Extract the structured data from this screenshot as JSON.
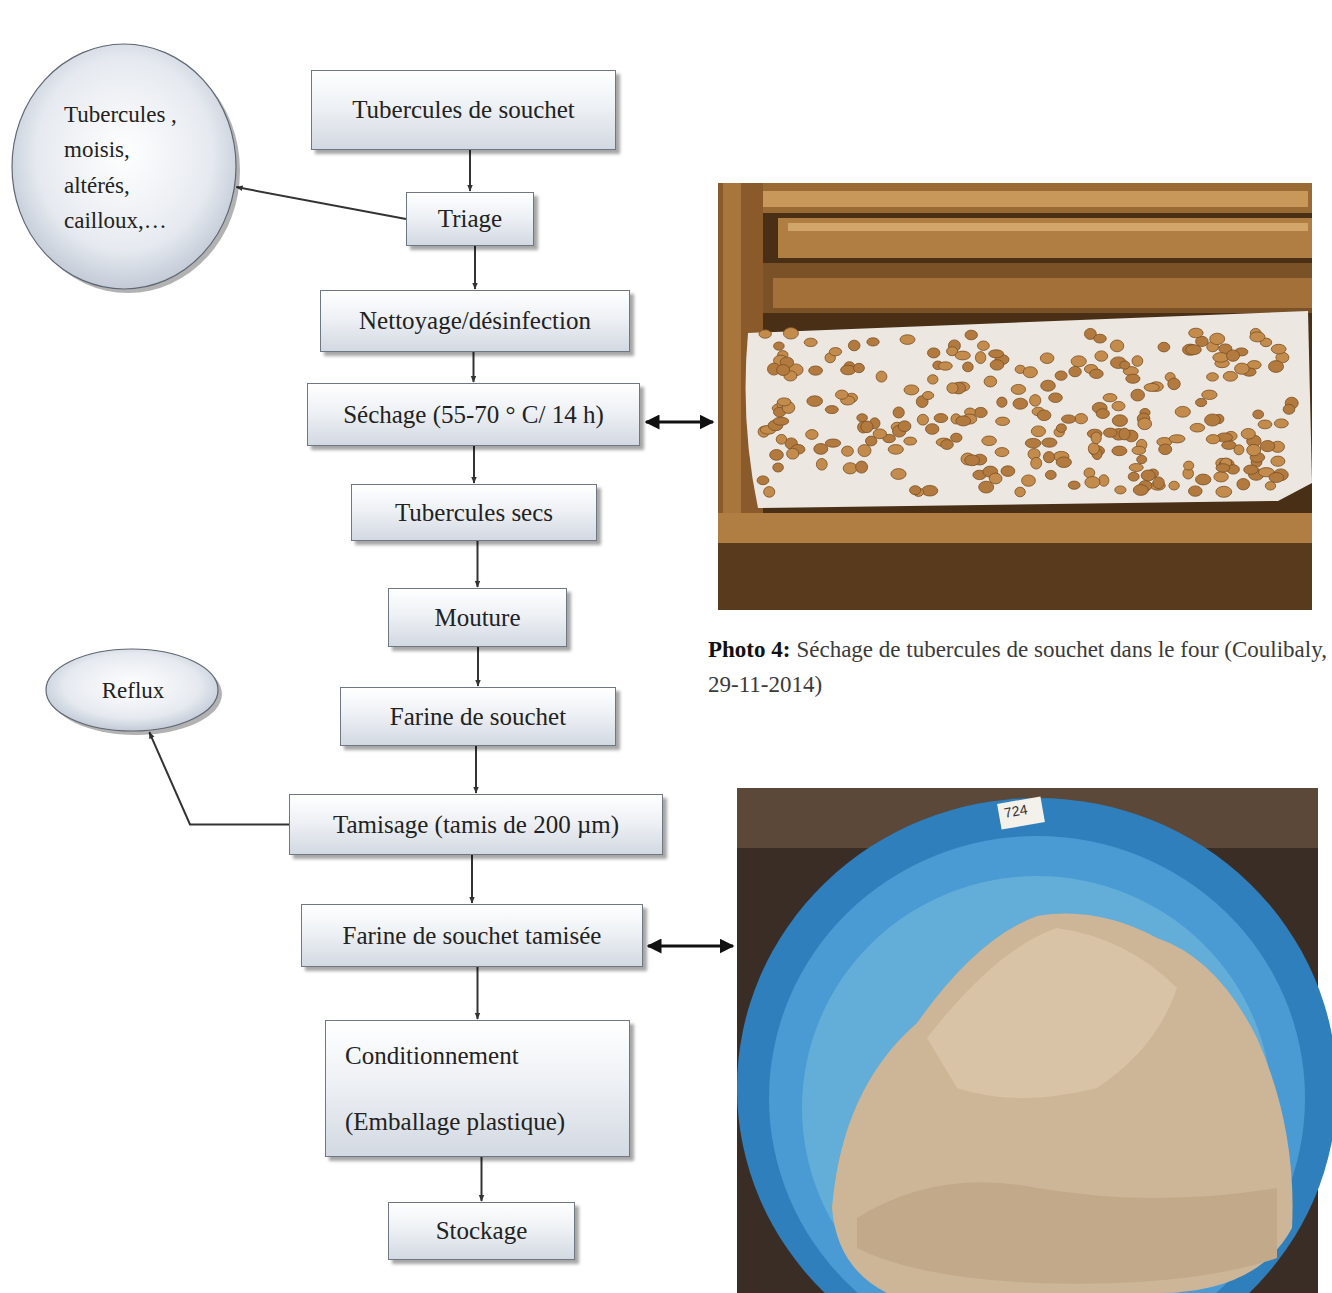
{
  "diagram": {
    "nodes": [
      {
        "text": [
          "Tubercules , moisis, altérés, cailloux,…"
        ]
      },
      {
        "text": [
          "Tubercules de souchet"
        ]
      },
      {
        "text": [
          "Triage"
        ]
      },
      {
        "text": [
          "Nettoyage/désinfection"
        ]
      },
      {
        "text": [
          "Séchage (55-70 ° C/ 14 h)"
        ]
      },
      {
        "text": [
          "Tubercules secs"
        ]
      },
      {
        "text": [
          "Mouture"
        ]
      },
      {
        "text": [
          "Reflux"
        ]
      },
      {
        "text": [
          "Farine de  souchet"
        ]
      },
      {
        "text": [
          "Tamisage (tamis de 200 µm)"
        ]
      },
      {
        "text": [
          "Farine de souchet tamisée"
        ]
      },
      {
        "text": [
          "Conditionnement (Emballage plastique)"
        ]
      },
      {
        "text": [
          "Stockage"
        ]
      }
    ],
    "edges": [
      {
        "from": 1,
        "to": 2,
        "arrow": "to"
      },
      {
        "from": 2,
        "to": 0,
        "arrow": "to"
      },
      {
        "from": 2,
        "to": 3,
        "arrow": "to"
      },
      {
        "from": 3,
        "to": 4,
        "arrow": "to"
      },
      {
        "from": 4,
        "to": 5,
        "arrow": "to"
      },
      {
        "from": 5,
        "to": 6,
        "arrow": "to"
      },
      {
        "from": 6,
        "to": 8,
        "arrow": "to"
      },
      {
        "from": 8,
        "to": 9,
        "arrow": "to"
      },
      {
        "from": 9,
        "to": 7,
        "arrow": "to"
      },
      {
        "from": 9,
        "to": 10,
        "arrow": "to"
      },
      {
        "from": 10,
        "to": 11,
        "arrow": "to"
      },
      {
        "from": 11,
        "to": 12,
        "arrow": "to"
      }
    ],
    "labels": [
      "Photo 4:",
      "Séchage de tubercules de souchet dans le four (Coulibaly, 29-11-2014)",
      "724"
    ]
  }
}
